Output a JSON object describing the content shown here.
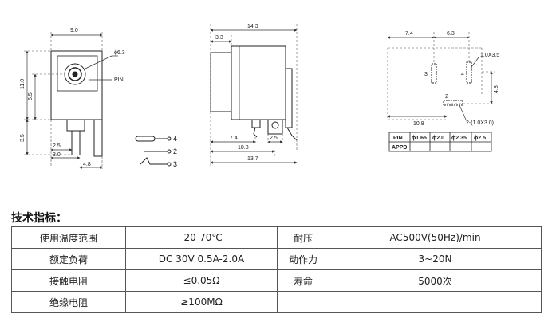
{
  "drawing": {
    "dims": {
      "top_width": "9.0",
      "hole_dia": "ϕ6.3",
      "pin_label": "PIN",
      "height_total": "11.0",
      "height_mid": "6.5",
      "height_low": "3.5",
      "pin_2_5": "2.5",
      "pin_3_0": "3.0",
      "pin_4_8": "4.8",
      "side_total": "14.3",
      "side_3_3": "3.3",
      "side_7_4": "7.4",
      "side_2_5": "2.5",
      "side_10_8": "10.8",
      "side_13_7": "13.7",
      "pcb_7_4": "7.4",
      "pcb_6_3": "6.3",
      "pcb_slot": "1.0X3.5",
      "pcb_4_8": "4.8",
      "pcb_10_8": "10.8",
      "pcb_slot2": "2-(1.0X3.0)",
      "pad3": "3",
      "pad4": "4",
      "pad2": "2",
      "schem_4": "4",
      "schem_2": "2",
      "schem_3": "3"
    },
    "pin_table": {
      "row1": [
        "PIN",
        "ϕ1.65",
        "ϕ2.0",
        "ϕ2.35",
        "ϕ2.5"
      ],
      "row2": [
        "APPD",
        "",
        "",
        "",
        ""
      ]
    }
  },
  "spec": {
    "title": "技术指标：",
    "rows": [
      [
        "使用温度范围",
        "-20-70℃",
        "耐压",
        "AC500V(50Hz)/min"
      ],
      [
        "额定负荷",
        "DC 30V 0.5A-2.0A",
        "动作力",
        "3~20N"
      ],
      [
        "接触电阻",
        "≤0.05Ω",
        "寿命",
        "5000次"
      ],
      [
        "绝缘电阻",
        "≥100MΩ",
        "",
        ""
      ]
    ]
  }
}
